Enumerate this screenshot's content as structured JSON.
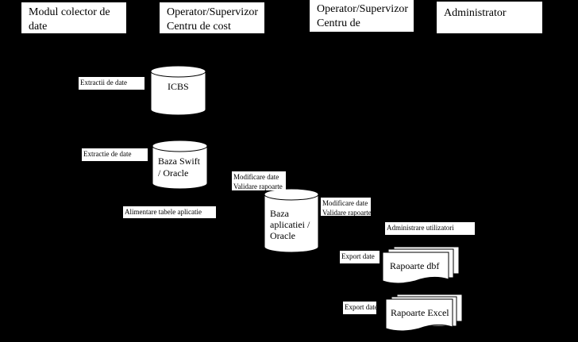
{
  "lanes": [
    {
      "title_line1": "Modul colector de",
      "title_line2": "date"
    },
    {
      "title_line1": "Operator/Supervizor",
      "title_line2": "Centru de cost"
    },
    {
      "title_line1": "Operator/Supervizor",
      "title_line2": "Centru de operatiuni"
    },
    {
      "title_line1": "Administrator",
      "title_line2": ""
    }
  ],
  "databases": [
    {
      "line1": "ICBS",
      "line2": ""
    },
    {
      "line1": "Baza Swift",
      "line2": "/ Oracle"
    },
    {
      "line1": "Baza",
      "line2": "aplicatiei /",
      "line3": "Oracle"
    }
  ],
  "labels": {
    "extractii": "Extractii de date",
    "extractie": "Extractie de date",
    "mod1_line1": "Modificare date",
    "mod1_line2": "Validare rapoarte",
    "mod2_line1": "Modificare date",
    "mod2_line2": "Validare rapoarte",
    "alimentare": "Alimentare tabele aplicatie",
    "admin": "Administrare utilizatori",
    "export1": "Export date",
    "export2": "Export date"
  },
  "documents": [
    {
      "label": "Rapoarte dbf"
    },
    {
      "label": "Rapoarte Excel"
    }
  ]
}
